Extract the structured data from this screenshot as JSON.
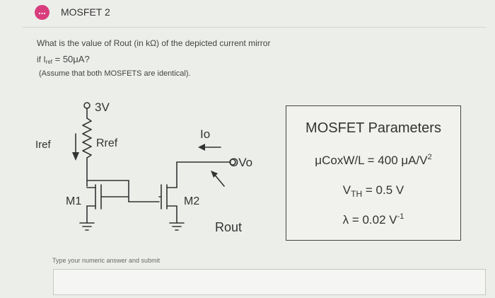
{
  "header": {
    "badge": "...",
    "title": "MOSFET 2"
  },
  "question": {
    "line1": "What is the value of Rout (in kΩ) of the depicted current mirror",
    "if_label": "if I",
    "ref_sub": "ref",
    "eq_value": " = 50μA?",
    "assumption": "(Assume that both MOSFETS are identical)."
  },
  "circuit": {
    "supply": "3V",
    "iref": "Iref",
    "rref": "Rref",
    "io": "Io",
    "vo": "OVo",
    "m1": "M1",
    "m2": "M2",
    "rout": "Rout"
  },
  "params": {
    "title": "MOSFET Parameters",
    "mu_text": "μCoxW/L = 400 μA/V",
    "mu_sup": "2",
    "vth_main": "V",
    "vth_sub": "TH",
    "vth_value": "= 0.5 V",
    "lambda_text": "λ = 0.02 V",
    "lambda_sup": "-1"
  },
  "answer": {
    "hint": "Type your numeric answer and submit",
    "value": ""
  }
}
